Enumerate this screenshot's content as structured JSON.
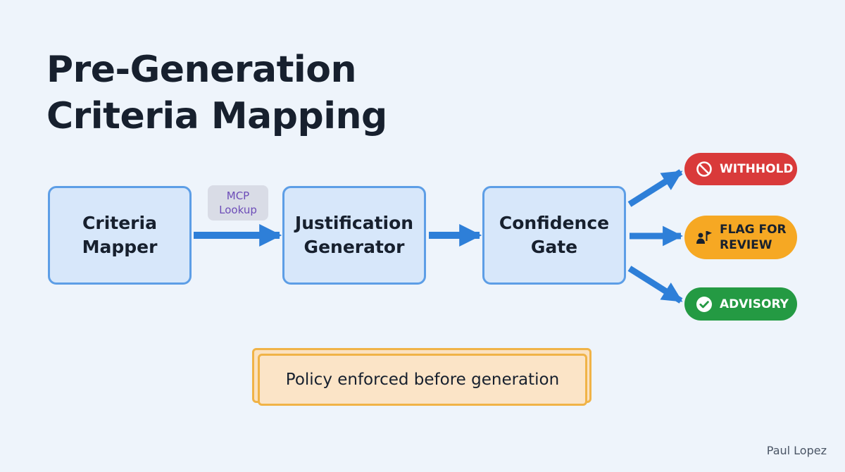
{
  "title": {
    "line1": "Pre-Generation",
    "line2": "Criteria Mapping"
  },
  "nodes": [
    {
      "line1": "Criteria",
      "line2": "Mapper"
    },
    {
      "line1": "Justification",
      "line2": "Generator"
    },
    {
      "line1": "Confidence",
      "line2": "Gate"
    }
  ],
  "mcp_label": {
    "line1": "MCP",
    "line2": "Lookup"
  },
  "outcomes": {
    "withhold": {
      "label": "WITHHOLD",
      "icon": "prohibited-icon",
      "color": "#d93a3a"
    },
    "flag": {
      "line1": "FLAG FOR",
      "line2": "REVIEW",
      "icon": "person-flag-icon",
      "color": "#f6a823"
    },
    "advisory": {
      "label": "ADVISORY",
      "icon": "check-circle-icon",
      "color": "#249a43"
    }
  },
  "policy_note": "Policy enforced before generation",
  "author": "Paul Lopez",
  "colors": {
    "arrow": "#2e7fd8",
    "node_fill": "#d7e7fa",
    "node_border": "#5d9ee6",
    "background": "#eef4fb"
  }
}
